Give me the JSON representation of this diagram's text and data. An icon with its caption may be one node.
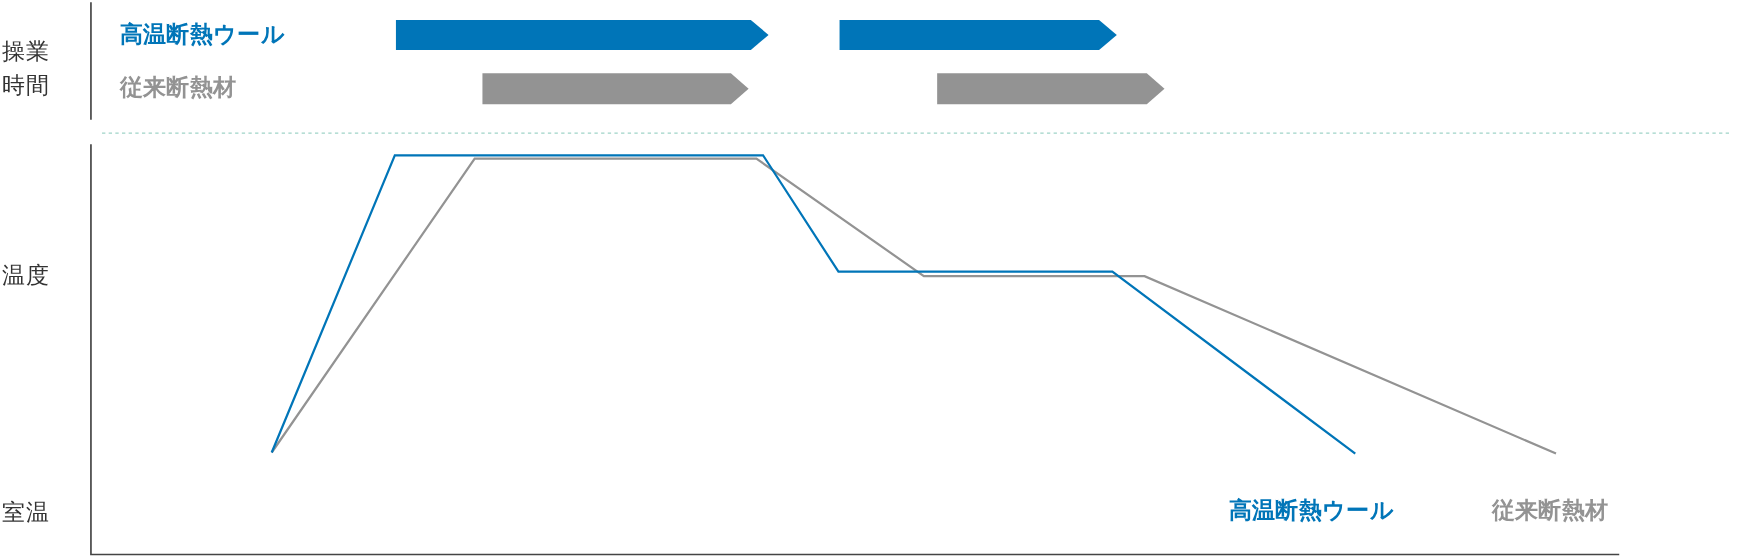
{
  "diagram": {
    "labels": [
      "操業時間",
      "高温断熱ウール",
      "従来断熱材",
      "温度",
      "室温"
    ],
    "legend": [
      {
        "text": "高温断熱ウール",
        "color": "#0075b8"
      },
      {
        "text": "従来断熱材",
        "color": "#939393"
      }
    ]
  }
}
